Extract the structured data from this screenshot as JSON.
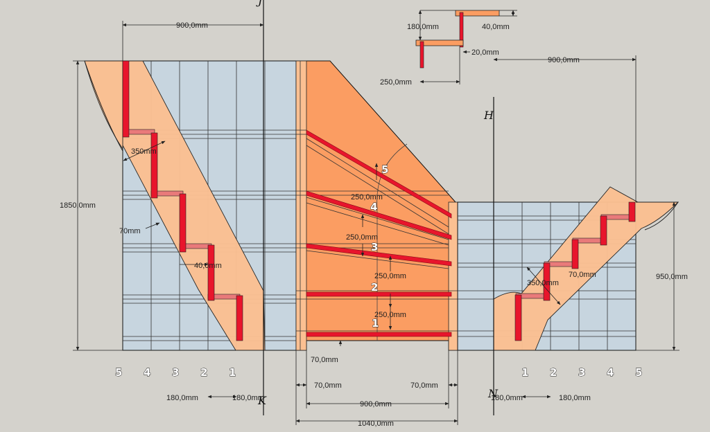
{
  "colors": {
    "background": "#d4d2cc",
    "glass": "#c7d5df",
    "stringer": "#fbc092",
    "center_panel": "#fb9d62",
    "tread": "#e8152c",
    "tread_edge": "#e97a7a",
    "line": "#111111"
  },
  "axis_labels": {
    "top_left": "J",
    "top_right": "H",
    "bottom_left": "K",
    "bottom_right": "N"
  },
  "dimensions": {
    "top_left_width": "900,0mm",
    "top_right_width": "900,0mm",
    "left_height": "1850,0mm",
    "right_height": "950,0mm",
    "stringer_width_left": "350mm",
    "stringer_width_right": "350,0mm",
    "stringer_offset_left": "70mm",
    "stringer_offset_right": "70,0mm",
    "tread_gap": "40,0mm",
    "rise_1": "250,0mm",
    "rise_2": "250,0mm",
    "rise_3": "250,0mm",
    "rise_4": "250,0mm",
    "bottom_gap": "70,0mm",
    "inner_left": "70,0mm",
    "inner_right": "70,0mm",
    "center_width": "900,0mm",
    "total_width": "1040,0mm",
    "left_step_a": "180,0mm",
    "left_step_b": "180,0mm",
    "right_step_a": "180,0mm",
    "right_step_b": "180,0mm"
  },
  "detail": {
    "rise": "180,0mm",
    "thickness": "40,0mm",
    "overhang": "20,0mm",
    "run": "250,0mm"
  },
  "step_numbers": {
    "left": [
      "5",
      "4",
      "3",
      "2",
      "1"
    ],
    "right": [
      "1",
      "2",
      "3",
      "4",
      "5"
    ],
    "center": [
      "1",
      "2",
      "3",
      "4",
      "5"
    ]
  }
}
